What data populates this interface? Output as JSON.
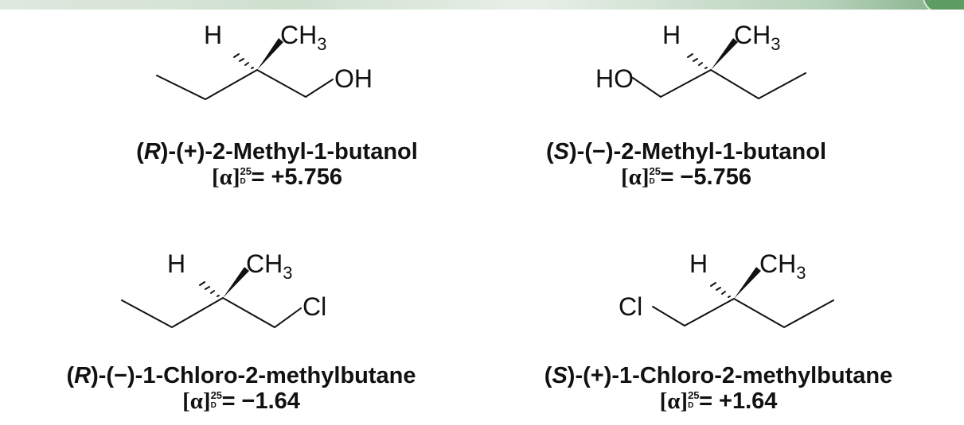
{
  "molecules": [
    {
      "name": "(R)-(+)-2-Methyl-1-butanol",
      "config": "R",
      "name_rest": "-(+)-2-Methyl-1-butanol",
      "h_label": "H",
      "methyl": "CH",
      "methyl_sub": "3",
      "substituent": "OH",
      "rotation_sup": "25",
      "rotation_sub": "D",
      "rotation_value": "= +5.756"
    },
    {
      "name": "(S)-(−)-2-Methyl-1-butanol",
      "config": "S",
      "name_rest": "-(−)-2-Methyl-1-butanol",
      "h_label": "H",
      "methyl": "CH",
      "methyl_sub": "3",
      "substituent": "HO",
      "rotation_sup": "25",
      "rotation_sub": "D",
      "rotation_value": "= −5.756"
    },
    {
      "name": "(R)-(−)-1-Chloro-2-methylbutane",
      "config": "R",
      "name_rest": "-(−)-1-Chloro-2-methylbutane",
      "h_label": "H",
      "methyl": "CH",
      "methyl_sub": "3",
      "substituent": "Cl",
      "rotation_sup": "25",
      "rotation_sub": "D",
      "rotation_value": "= −1.64"
    },
    {
      "name": "(S)-(+)-1-Chloro-2-methylbutane",
      "config": "S",
      "name_rest": "-(+)-1-Chloro-2-methylbutane",
      "h_label": "H",
      "methyl": "CH",
      "methyl_sub": "3",
      "substituent": "Cl",
      "rotation_sup": "25",
      "rotation_sub": "D",
      "rotation_value": "= +1.64"
    }
  ],
  "alpha_symbol": "[α]"
}
